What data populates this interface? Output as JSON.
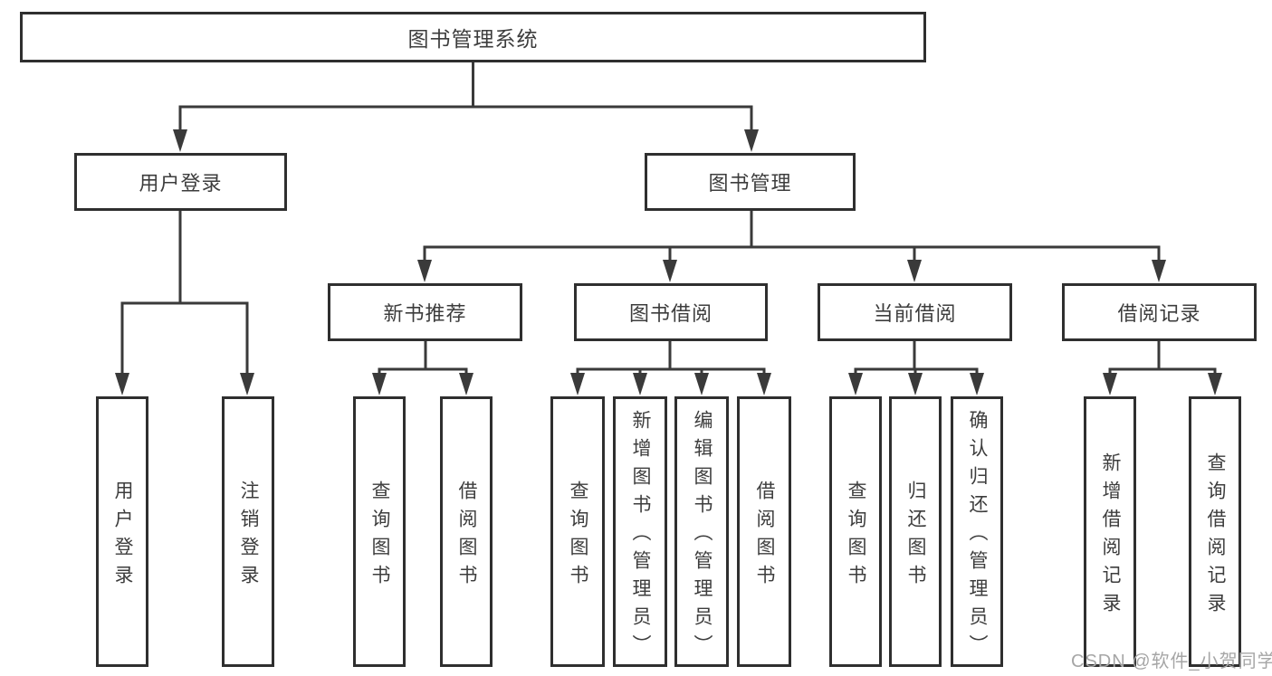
{
  "diagram": {
    "type": "hierarchy-tree",
    "colors": {
      "line": "#3a3a3a",
      "box_border": "#2f2f2f",
      "text": "#3d3d3d",
      "background": "#ffffff",
      "watermark": "#a6a6a6"
    },
    "root": {
      "label": "图书管理系统"
    },
    "branches": [
      {
        "label": "用户登录",
        "children": [
          {
            "label": "用户登录"
          },
          {
            "label": "注销登录"
          }
        ]
      },
      {
        "label": "图书管理",
        "children": [
          {
            "label": "新书推荐",
            "children": [
              {
                "label": "查询图书"
              },
              {
                "label": "借阅图书"
              }
            ]
          },
          {
            "label": "图书借阅",
            "children": [
              {
                "label": "查询图书"
              },
              {
                "label": "新增图书（管理员）"
              },
              {
                "label": "编辑图书（管理员）"
              },
              {
                "label": "借阅图书"
              }
            ]
          },
          {
            "label": "当前借阅",
            "children": [
              {
                "label": "查询图书"
              },
              {
                "label": "归还图书"
              },
              {
                "label": "确认归还（管理员）"
              }
            ]
          },
          {
            "label": "借阅记录",
            "children": [
              {
                "label": "新增借阅记录"
              },
              {
                "label": "查询借阅记录"
              }
            ]
          }
        ]
      }
    ]
  },
  "watermark": {
    "text": "CSDN @软件_小贺同学"
  }
}
